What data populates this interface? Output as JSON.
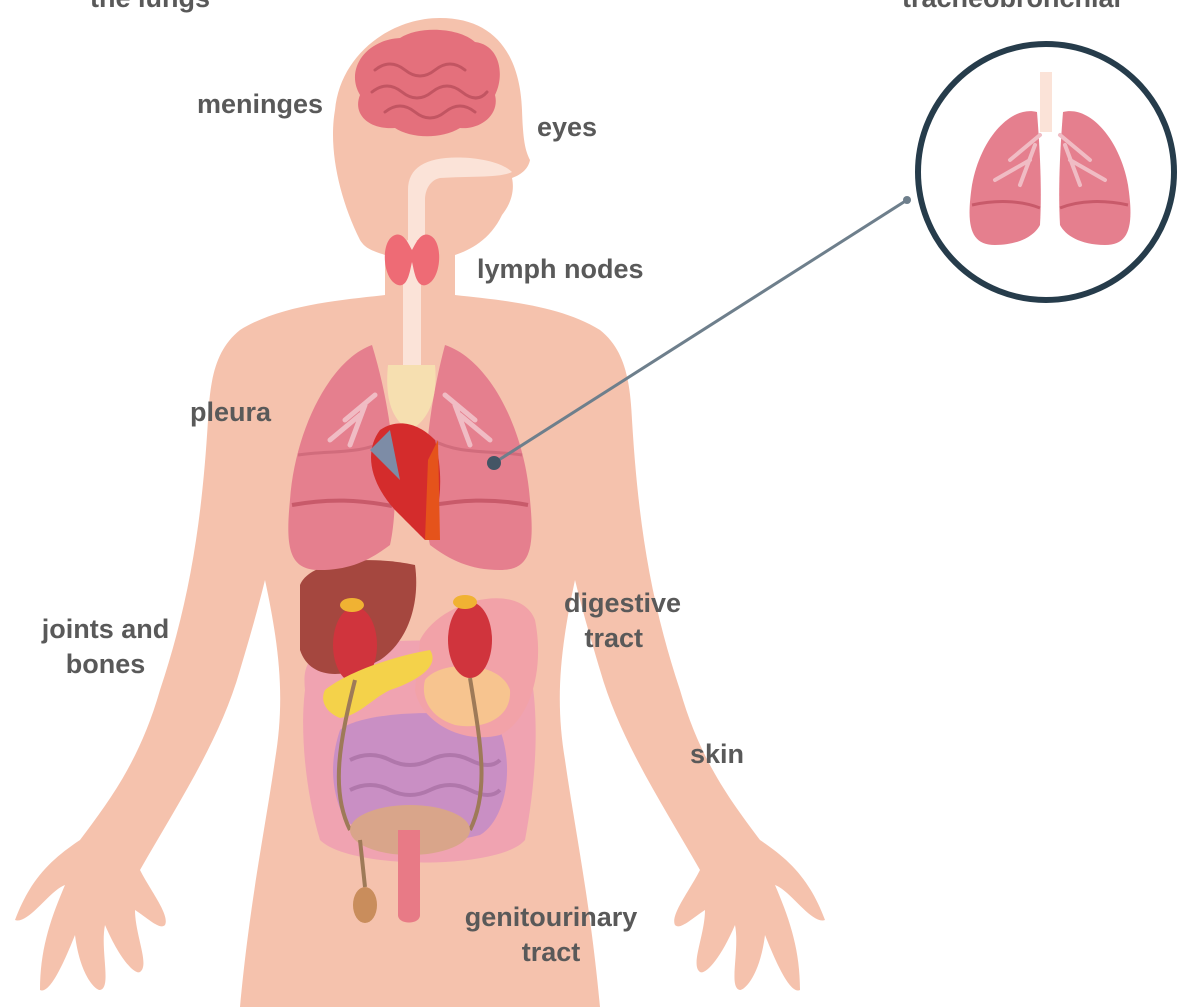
{
  "colors": {
    "label": "#595959",
    "skin": "#f5c2ad",
    "lung": "#e57f8e",
    "lung_dark": "#cf6676",
    "heart": "#d42c2c",
    "thyroid": "#ee6b75",
    "brain": "#e4707c",
    "liver": "#a5473f",
    "kidney": "#d0343d",
    "circle_border": "#263c4b",
    "leader_line": "#6e7f8c"
  },
  "icons": [
    "human-body-illustration",
    "brain-icon",
    "lungs-icon",
    "heart-icon"
  ],
  "labels": {
    "top_left": "the lungs",
    "top_right": "tracheobronchial",
    "meninges": "meninges",
    "eyes": "eyes",
    "lymph_nodes": "lymph nodes",
    "pleura": "pleura",
    "joints_line1": "joints and",
    "joints_line2": "bones",
    "digestive_line1": "digestive",
    "digestive_line2": "tract",
    "skin": "skin",
    "genito_line1": "genitourinary",
    "genito_line2": "tract"
  }
}
